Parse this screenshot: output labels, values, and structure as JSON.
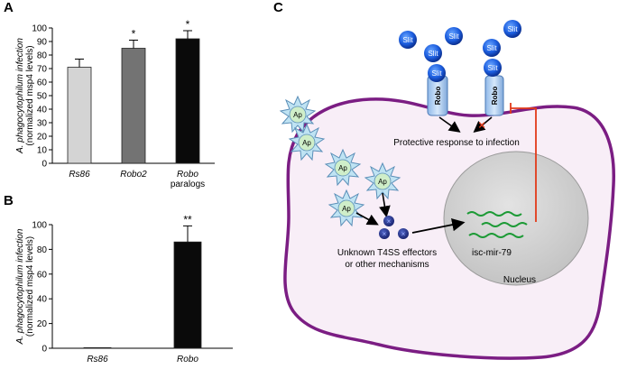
{
  "panels": {
    "a": "A",
    "b": "B",
    "c": "C"
  },
  "chart_data": [
    {
      "panel": "A",
      "type": "bar",
      "categories": [
        "Rs86",
        "Robo2",
        "Robo paralogs"
      ],
      "values": [
        71,
        85,
        92
      ],
      "errors": [
        6,
        6,
        6
      ],
      "annotations": [
        "",
        "*",
        "*"
      ],
      "colors": [
        "#d4d4d4",
        "#737373",
        "#0a0a0a"
      ],
      "ylabel_line1": "A. phagocytophilum infection",
      "ylabel_line2": "(normalized msp4 levels)",
      "ylim": [
        0,
        100
      ],
      "yticks": [
        0,
        10,
        20,
        30,
        40,
        50,
        60,
        70,
        80,
        90,
        100
      ]
    },
    {
      "panel": "B",
      "type": "bar",
      "categories": [
        "Rs86",
        "Robo"
      ],
      "values": [
        0.5,
        86
      ],
      "errors": [
        0,
        13
      ],
      "annotations": [
        "",
        "**"
      ],
      "colors": [
        "#0a0a0a",
        "#0a0a0a"
      ],
      "ylabel_line1": "A. phagocytophilum infection",
      "ylabel_line2": "(normalized msp4 levels)",
      "ylim": [
        0,
        100
      ],
      "yticks": [
        0,
        20,
        40,
        60,
        80,
        100
      ]
    }
  ],
  "diagram": {
    "slit_label": "Slit",
    "robo_label": "Robo",
    "ap_label": "Ap",
    "protective": "Protective response to infection",
    "effectors_line1": "Unknown T4SS effectors",
    "effectors_line2": "or other mechanisms",
    "mir": "isc-mir-79",
    "nucleus": "Nucleus"
  }
}
